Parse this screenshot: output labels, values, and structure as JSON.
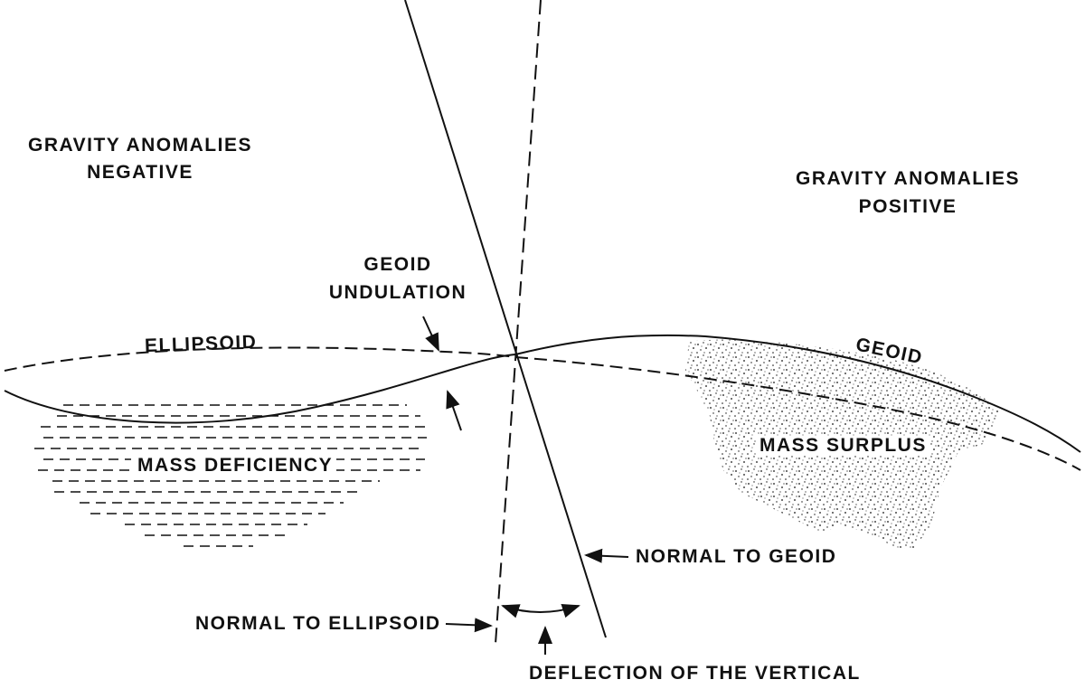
{
  "diagram": {
    "labels": {
      "gravity_negative": [
        "GRAVITY ANOMALIES",
        "NEGATIVE"
      ],
      "gravity_positive": [
        "GRAVITY ANOMALIES",
        "POSITIVE"
      ],
      "geoid_undulation": [
        "GEOID",
        "UNDULATION"
      ],
      "ellipsoid": "ELLIPSOID",
      "geoid": "GEOID",
      "mass_deficiency": "MASS DEFICIENCY",
      "mass_surplus": "MASS SURPLUS",
      "normal_to_geoid": "NORMAL TO GEOID",
      "normal_to_ellipsoid": "NORMAL TO ELLIPSOID",
      "deflection": "DEFLECTION OF THE VERTICAL"
    },
    "colors": {
      "ink": "#111111",
      "paper": "#ffffff"
    }
  }
}
